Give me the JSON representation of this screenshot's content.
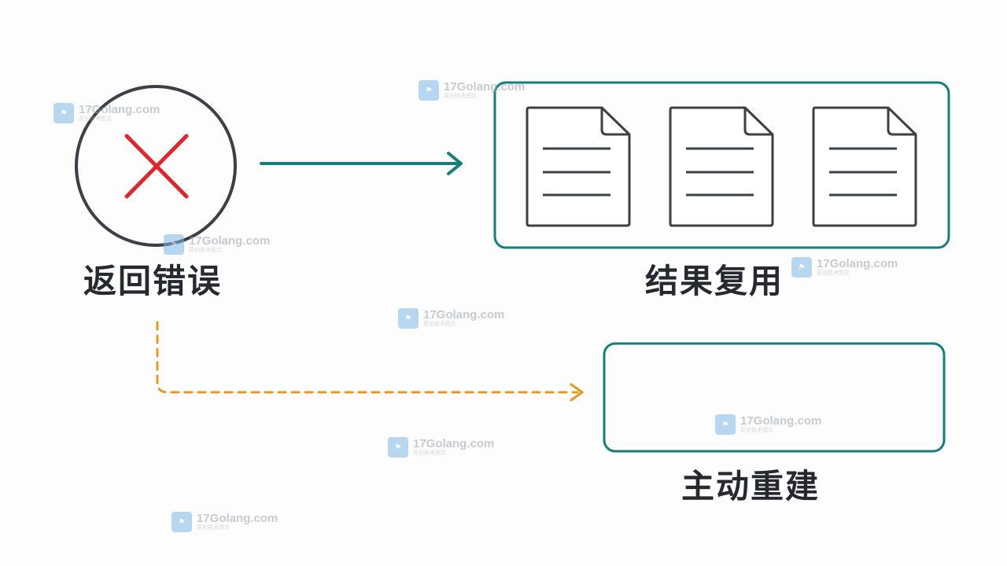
{
  "labels": {
    "return_error": "返回错误",
    "result_reuse": "结果复用",
    "active_rebuild": "主动重建"
  },
  "watermark": {
    "text": "17Golang.com",
    "subtext": "原创技术图文"
  },
  "colors": {
    "teal": "#167f7a",
    "orange": "#e49a1d",
    "red": "#e0262c",
    "dark": "#3b3f46"
  },
  "icons": {
    "error": "x-mark-icon",
    "document": "document-icon"
  }
}
